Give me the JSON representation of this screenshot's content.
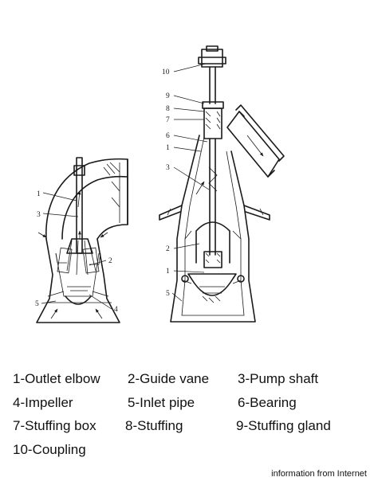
{
  "figure": {
    "callouts_left": [
      "1",
      "3",
      "2",
      "5",
      "4"
    ],
    "callouts_right": [
      "10",
      "9",
      "8",
      "7",
      "6",
      "1",
      "3",
      "2",
      "1",
      "5"
    ]
  },
  "legend": {
    "rows": [
      [
        "1-Outlet elbow",
        "2-Guide vane",
        "3-Pump shaft"
      ],
      [
        "4-Impeller",
        "5-Inlet pipe",
        "6-Bearing"
      ],
      [
        "7-Stuffing box",
        "8-Stuffing",
        "9-Stuffing gland"
      ],
      [
        "10-Coupling"
      ]
    ]
  },
  "source_note": "information from Internet"
}
